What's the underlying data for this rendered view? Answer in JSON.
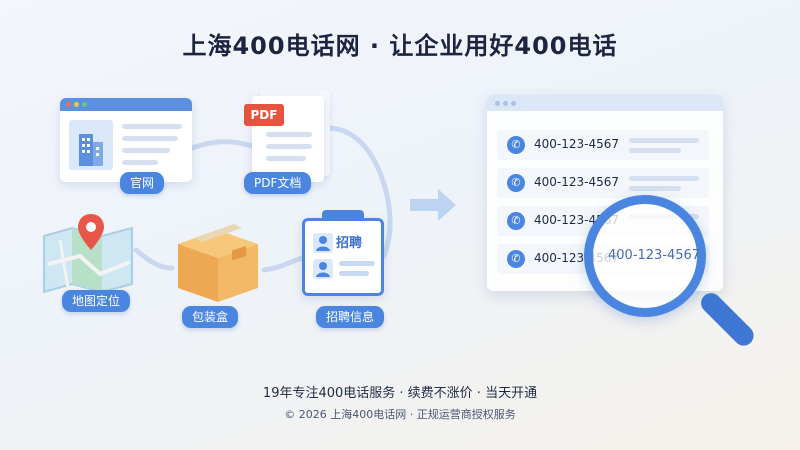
{
  "headline": "上海400电话网 · 让企业用好400电话",
  "sources": {
    "website": "官网",
    "pdf_tag": "PDF",
    "pdf": "PDF文档",
    "map": "地图定位",
    "box": "包装盒",
    "recruit_title": "招聘",
    "recruit": "招聘信息"
  },
  "phone_list": [
    "400-123-4567",
    "400-123-4567",
    "400-123-4567",
    "400-123-4567"
  ],
  "magnified_number": "400-123-4567",
  "footer": {
    "tagline": "19年专注400电话服务 · 续费不涨价 · 当天开通",
    "copyright": "© 2026 上海400电话网 · 正规运营商授权服务"
  },
  "colors": {
    "accent": "#4a86e0",
    "pdf": "#e4543f",
    "box": "#f0b05a",
    "pin": "#e8564a"
  },
  "icons": [
    "building-icon",
    "pdf-icon",
    "map-icon",
    "pin-icon",
    "box-icon",
    "badge-icon",
    "phone-icon",
    "magnifier-icon",
    "arrow-right-icon"
  ]
}
